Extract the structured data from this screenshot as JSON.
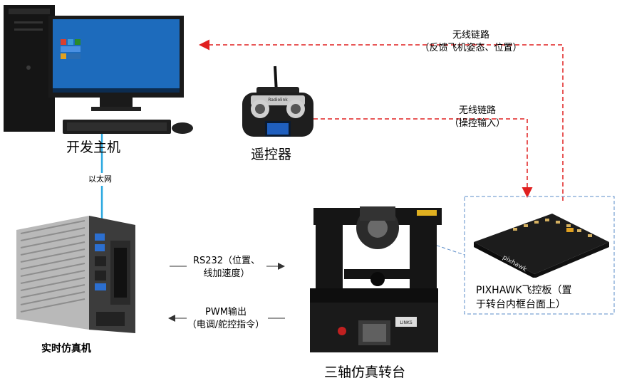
{
  "nodes": {
    "host": "开发主机",
    "remote": "遥控器",
    "sim": "实时仿真机",
    "turntable": "三轴仿真转台",
    "pixhawk_line1": "PIXHAWK飞控板（置",
    "pixhawk_line2": "于转台内框台面上）"
  },
  "links": {
    "feedback_line1": "无线链路",
    "feedback_line2": "（反馈飞机姿态、位置）",
    "control_line1": "无线链路",
    "control_line2": "（操控输入）",
    "ethernet": "以太网",
    "rs232_line1": "RS232（位置、",
    "rs232_line2": "线加速度）",
    "pwm_line1": "PWM输出",
    "pwm_line2": "（电调/舵控指令）"
  },
  "device_text": {
    "remote_brand": "Radiolink",
    "pixhawk_brand": "pixhawk",
    "turntable_plate": "LINKS"
  },
  "colors": {
    "wireless": "#e02020",
    "ethernet": "#2aa8e0",
    "callout": "#5b8cc8",
    "arrow": "#333333"
  }
}
